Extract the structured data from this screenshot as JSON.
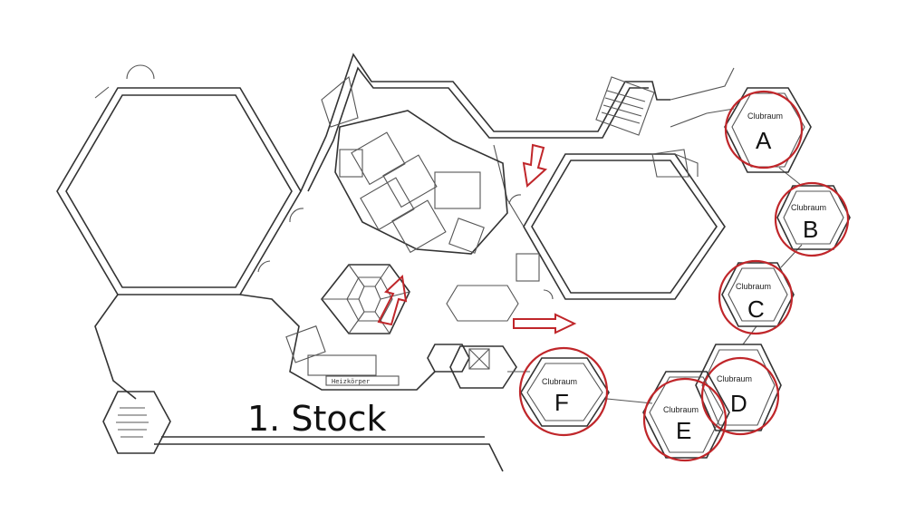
{
  "floor_title": "1. Stock",
  "heater_label": "Heizkörper",
  "rooms": [
    {
      "id": "A",
      "label": "Clubraum",
      "letter": "A"
    },
    {
      "id": "B",
      "label": "Clubraum",
      "letter": "B"
    },
    {
      "id": "C",
      "label": "Clubraum",
      "letter": "C"
    },
    {
      "id": "D",
      "label": "Clubraum",
      "letter": "D"
    },
    {
      "id": "E",
      "label": "Clubraum",
      "letter": "E"
    },
    {
      "id": "F",
      "label": "Clubraum",
      "letter": "F"
    }
  ],
  "colors": {
    "highlight": "#c0262a",
    "walls": "#333333"
  }
}
